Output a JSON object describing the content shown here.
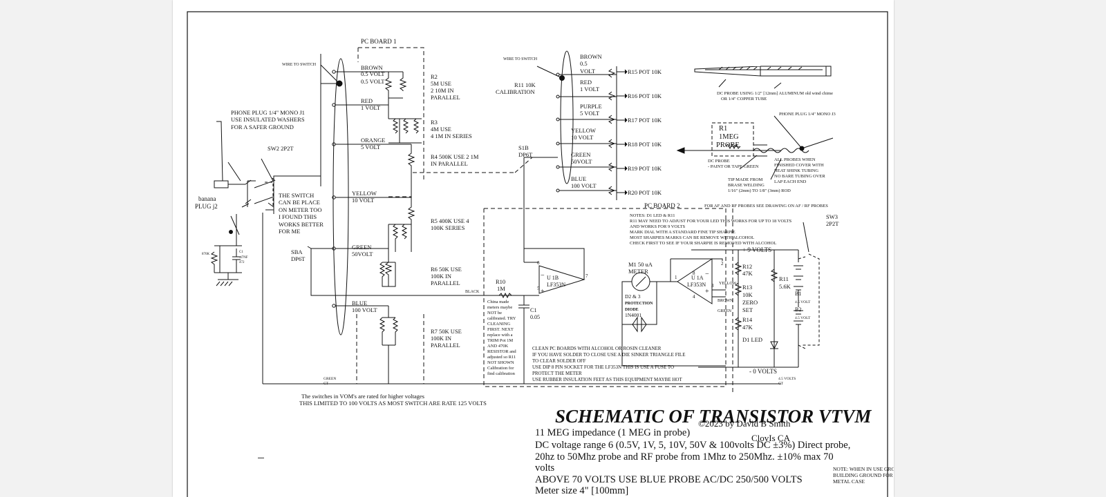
{
  "title": "SCHEMATIC OF TRANSISTOR  VTVM",
  "copyright": "©2023 by David B Smith",
  "location": "ClovIs CA",
  "specs": [
    "11 MEG impedance (1 MEG in probe)",
    "DC voltage range 6 (0.5V, 1V, 5, 10V, 50V & 100volts DC ±3%) Direct probe,",
    "20hz to 50Mhz probe and RF probe from 1Mhz to 250Mhz. ±10% max 70",
    "volts",
    "ABOVE 70 VOLTS USE BLUE PROBE AC/DC 250/500 VOLTS",
    "Meter size 4\" [100mm]"
  ],
  "ground_note": "NOTE: WHEN IN USE GROUND CASE TO BUILDING GROUND FOR SAFEY  DO TO METAL CASE",
  "switch_note_1": "The switches in VOM's are rated for higher voltages",
  "switch_note_2": "THIS LIMITED TO 100 VOLTS AS MOST SWITCH ARE RATE 125 VOLTS",
  "pc_board_1": "PC BOARD 1",
  "pc_board_2": "PC BOARD 2",
  "wire_to_switch": "WIRE TO SWITCH",
  "left_ranges": [
    "BROWN",
    "0.5 VOLT",
    "RED",
    "1 VOLT",
    "ORANGE",
    "5 VOLT",
    "YELLOW",
    "10 VOLT",
    "GREEN",
    "50VOLT",
    "BLUE",
    "100 VOLT"
  ],
  "resistor_notes": [
    [
      "R2",
      "5M USE",
      "2 10M IN",
      "PARALLEL"
    ],
    [
      "R3",
      "4M USE",
      "4 1M IN SERIES"
    ],
    [
      "R4  500K USE 2 1M",
      "IN PARALLEL"
    ],
    [
      "R5  400K USE 4",
      "100K SERIES"
    ],
    [
      "R6 50K USE",
      "100K  IN",
      "PARALLEL"
    ],
    [
      "R7 50K USE",
      "100K  IN",
      "PARALLEL"
    ]
  ],
  "phone_plug_note": [
    "PHONE PLUG 1/4\" MONO J1",
    "USE INSULATED WASHERS",
    "FOR A SAFER GROUND"
  ],
  "sw2": "SW2 2P2T",
  "switch_place_note": [
    "THE SWITCH",
    "CAN BE PLACE",
    "ON METER TOO",
    "I FOUND THIS",
    "WORKS BETTER",
    "FOR ME"
  ],
  "banana_plug": [
    "banana",
    "PLUG j2"
  ],
  "sba": [
    "SBA",
    "DP6T"
  ],
  "s1b": [
    "S1B",
    "DP6T"
  ],
  "r11": [
    "R11 10K",
    "CALIBRATION"
  ],
  "right_ranges": [
    "BROWN",
    "0.5",
    "VOLT",
    "RED",
    "1 VOLT",
    "PURPLE",
    "5 VOLT",
    "YELLOW",
    "10 VOLT",
    "GREEN",
    "50VOLT",
    "BLUE",
    "100 VOLT"
  ],
  "pots": [
    "R15 POT 10K",
    "R16 POT 10K",
    "R17 POT 10K",
    "R18 POT 10K",
    "R19 POT 10K",
    "R20 POT 10K"
  ],
  "probe": {
    "dc_probe": [
      "DC PROBE USING 1/2\" [12mm] ALUMINUM old wind chime",
      "OR 1/4\" COPPER TUBE"
    ],
    "r1": [
      "R1",
      "1MEG",
      "PROBE"
    ],
    "phone_plug": "PHONE PLUG 1/4\" MONO J3",
    "dc_probe_paint": [
      "DC PROBE",
      "- PAINT OR TAPE GREEN"
    ],
    "all_probes": [
      "ALL PROBES WHEN",
      "FINISHED COVER WITH",
      "HEAT SHINK TUBING",
      "NO BARE TUBING OVER",
      "LAP EACH END"
    ],
    "tip": [
      "TIP MADE FROM",
      "BRASE WELDING",
      "1/16\" (2mm) TO 1/8\" (3mm) ROD"
    ],
    "af_rf": "FOR AF AND RF PROBES SEE DRAWING ON AF / RF PROBES"
  },
  "board2_notes": [
    "NOTES: D1 LED & R11",
    "R11 MAY NEED TO ADJUST FOR YOUR LED THIS WORKS FOR UP TO 18 VOLTS",
    "AND WORKS FOR 9 VOLTS",
    "MARK DIAL WITH A STANDARD FINE TIP SHARPIE",
    "MOST SHARPIES MARKS CAN BE REMOVE WITH ALCOHOL",
    "CHECK FIRST TO SEE IF YOUR SHARPIE IS REMOVED WITH ALCOHOL"
  ],
  "sw3": [
    "SW3",
    "2P2T"
  ],
  "plus9": "+ 9 VOLTS",
  "zero_volts": "- 0 VOLTS",
  "meter": [
    "M1 50 uA",
    "METER"
  ],
  "diodes": [
    "D2 & 3",
    "PROTECTION",
    "DIODE",
    "1N4001"
  ],
  "u1a": [
    "U 1A",
    "LF353N"
  ],
  "u1b": [
    "U 1B",
    "LF353N"
  ],
  "r12": [
    "R12",
    "47K"
  ],
  "r13": [
    "R13",
    "10K",
    "ZERO",
    "SET"
  ],
  "r14": [
    "R14",
    "47K"
  ],
  "r11b": [
    "R11",
    "5.6K"
  ],
  "d1": "D1 LED",
  "b1": "B1",
  "b2": "B2",
  "b_volt": "4.5 VOLT",
  "wire_colors": [
    "YELLOW",
    "BROWN",
    "GREEN",
    "BLACK"
  ],
  "r10": [
    "R10",
    "1M"
  ],
  "c1": [
    "C1",
    "0.05"
  ],
  "calib_note": [
    "China made",
    "meters maybe",
    "NOT be",
    "calibrated. TRY",
    "CLEANING",
    "FIRST. NEXT",
    "replace with a",
    "TRIM Pot 1M",
    "AND 470K",
    "RESISTOR and",
    "adjusted so R11",
    "NOT SHOWN",
    "Calibration for",
    "find calibration"
  ],
  "clean_notes": [
    "CLEAN PC BOARDS WITH ALCOHOL OR ROSIN CLEANER",
    "IF YOU HAVE SOLDER TO CLOSE USE A DIE SINKER TRIANGLE FILE",
    "TO CLEAR SOLDER OFF",
    "USE DIP 8 PIN SOCKET FOR THE  LF353N THIS IS USE A FUSE TO",
    "PROTECT THE METER",
    "USE RUBBER INSULATION FEET AS THIS EQUIPMENT MAYBE HOT"
  ],
  "cap_left": [
    "870K",
    "C1",
    ".47NF",
    "472"
  ],
  "ground_green": [
    "GREEN",
    "CT"
  ],
  "bot_45": [
    "4.5 VOLTS",
    "CT"
  ]
}
